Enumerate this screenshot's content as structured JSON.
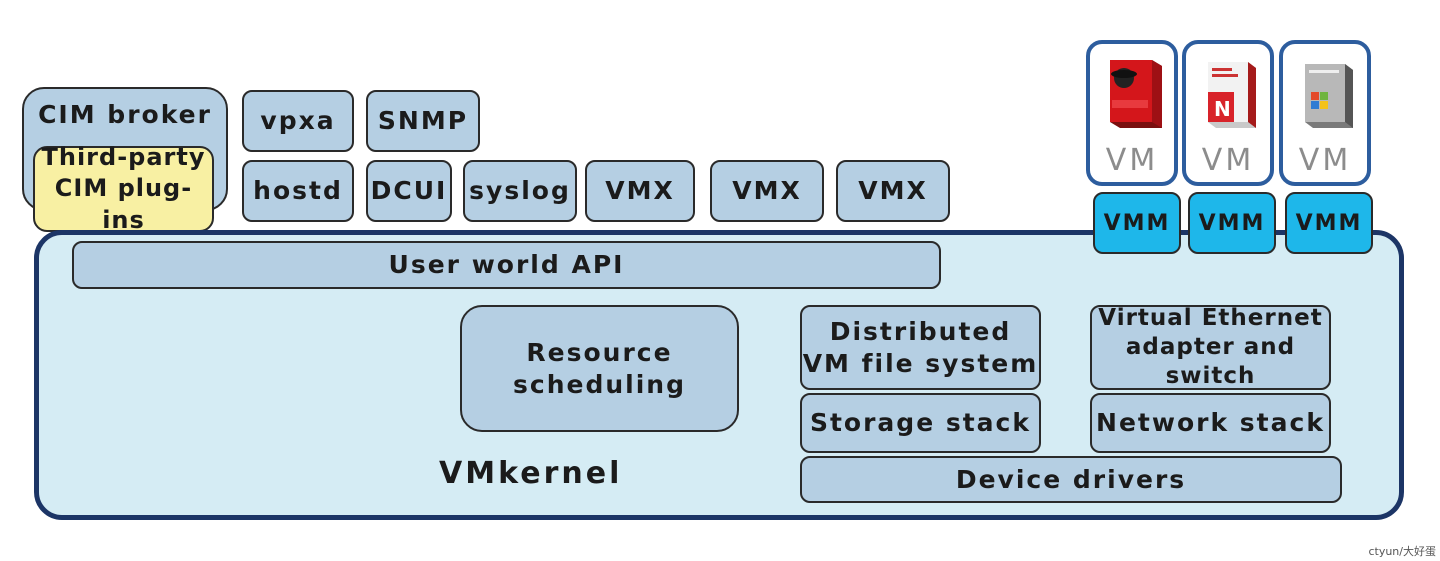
{
  "cim": {
    "broker": "CIM broker",
    "plugins_line1": "Third-party",
    "plugins_line2": "CIM plug-ins"
  },
  "services": {
    "vpxa": "vpxa",
    "snmp": "SNMP",
    "hostd": "hostd",
    "dcui": "DCUI",
    "syslog": "syslog",
    "vmx1": "VMX",
    "vmx2": "VMX",
    "vmx3": "VMX"
  },
  "kernel": {
    "label": "VMkernel",
    "user_world_api": "User world API",
    "resource_line1": "Resource",
    "resource_line2": "scheduling",
    "dvfs_line1": "Distributed",
    "dvfs_line2": "VM file system",
    "storage_stack": "Storage stack",
    "veth_line1": "Virtual Ethernet",
    "veth_line2": "adapter and switch",
    "network_stack": "Network stack",
    "device_drivers": "Device drivers"
  },
  "vms": [
    {
      "label": "VM",
      "vmm": "VMM",
      "art": "redhat-box-icon"
    },
    {
      "label": "VM",
      "vmm": "VMM",
      "art": "netware-box-icon"
    },
    {
      "label": "VM",
      "vmm": "VMM",
      "art": "windows-server-box-icon"
    }
  ],
  "watermark": "ctyun/大好蛋",
  "colors": {
    "kernel_fill": "#d5ecf4",
    "kernel_border": "#1c3566",
    "box_fill": "#b5cfe3",
    "plugin_fill": "#f8f0a3",
    "vmm_fill": "#1eb7ea",
    "vm_border": "#2d5d9e"
  }
}
